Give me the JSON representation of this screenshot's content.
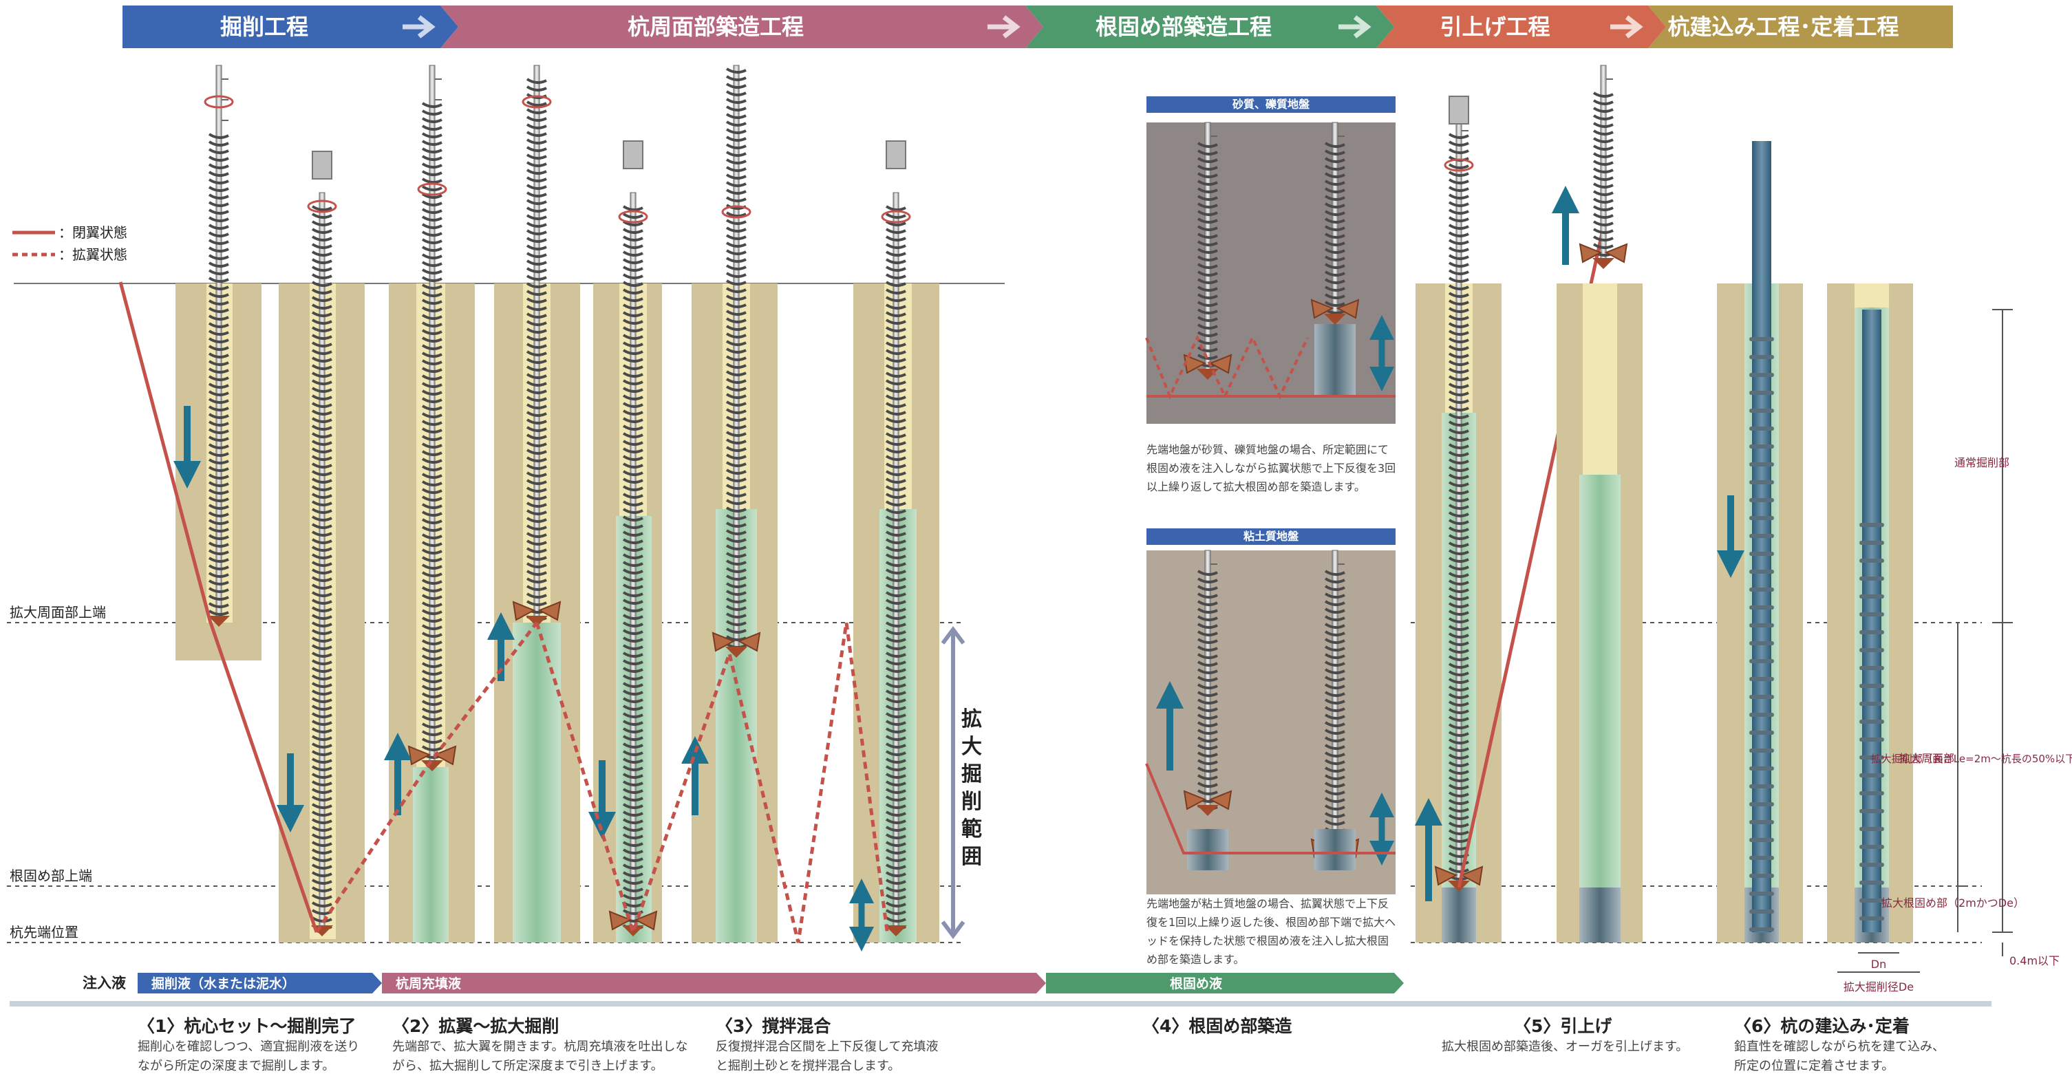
{
  "stages": [
    {
      "label": "掘削工程",
      "color": "#3b66b2"
    },
    {
      "label": "杭周面部築造工程",
      "color": "#b5677f"
    },
    {
      "label": "根固め部築造工程",
      "color": "#4f9a6c"
    },
    {
      "label": "引上げ工程",
      "color": "#d2684f"
    },
    {
      "label": "杭建込み工程･定着工程",
      "color": "#b3974a"
    }
  ],
  "legend": {
    "closed": "：閉翼状態",
    "open": "：拡翼状態",
    "line_color": "#c4514a"
  },
  "levels": {
    "enlarged_top": "拡大周面部上端",
    "root_top": "根固め部上端",
    "pile_tip": "杭先端位置"
  },
  "range_label": "拡大掘削範囲",
  "injection": {
    "label": "注入液",
    "fluids": [
      {
        "label": "掘削液（水または泥水）",
        "color": "#3b66b2"
      },
      {
        "label": "杭周充填液",
        "color": "#b5677f"
      },
      {
        "label": "根固め液",
        "color": "#4f9a6c"
      }
    ]
  },
  "insets": [
    {
      "title": "砂質、礫質地盤",
      "text": "先端地盤が砂質、礫質地盤の場合、所定範囲にて根固め液を注入しながら拡翼状態で上下反復を3回以上繰り返して拡大根固め部を築造します。"
    },
    {
      "title": "粘土質地盤",
      "text": "先端地盤が粘土質地盤の場合、拡翼状態で上下反復を1回以上繰り返した後、根固め部下端で拡大ヘッドを保持した状態で根固め液を注入し拡大根固め部を築造します。"
    }
  ],
  "dimensions": {
    "normal": "通常掘削部",
    "enlarged": "拡大掘削部（長さLe=2m～杭長の50%以下）",
    "enlarged_surface": "拡大周面部",
    "enlarged_root": "拡大根固め部（2mかつDe）",
    "below": "0.4m以下",
    "dn": "Dn",
    "de": "拡大掘削径De"
  },
  "steps": [
    {
      "title": "〈1〉杭心セット～掘削完了",
      "desc": "掘削心を確認しつつ、適宜掘削液を送りながら所定の深度まで掘削します。"
    },
    {
      "title": "〈2〉拡翼～拡大掘削",
      "desc": "先端部で、拡大翼を開きます。杭周充填液を吐出しながら、拡大掘削して所定深度まで引き上げます。"
    },
    {
      "title": "〈3〉撹拌混合",
      "desc": "反復撹拌混合区間を上下反復して充填液と掘削土砂とを撹拌混合します。"
    },
    {
      "title": "〈4〉根固め部築造",
      "desc": ""
    },
    {
      "title": "〈5〉引上げ",
      "desc": "拡大根固め部築造後、オーガを引上げます。"
    },
    {
      "title": "〈6〉杭の建込み･定着",
      "desc": "鉛直性を確認しながら杭を建て込み、所定の位置に定着させます。"
    }
  ],
  "colors": {
    "soil": "#d1c49a",
    "slurry": "#f1e7b4",
    "grout": "#9dc9a6",
    "root": "#58707c",
    "arrow": "#1d7290",
    "auger": "#4a4a4a"
  }
}
